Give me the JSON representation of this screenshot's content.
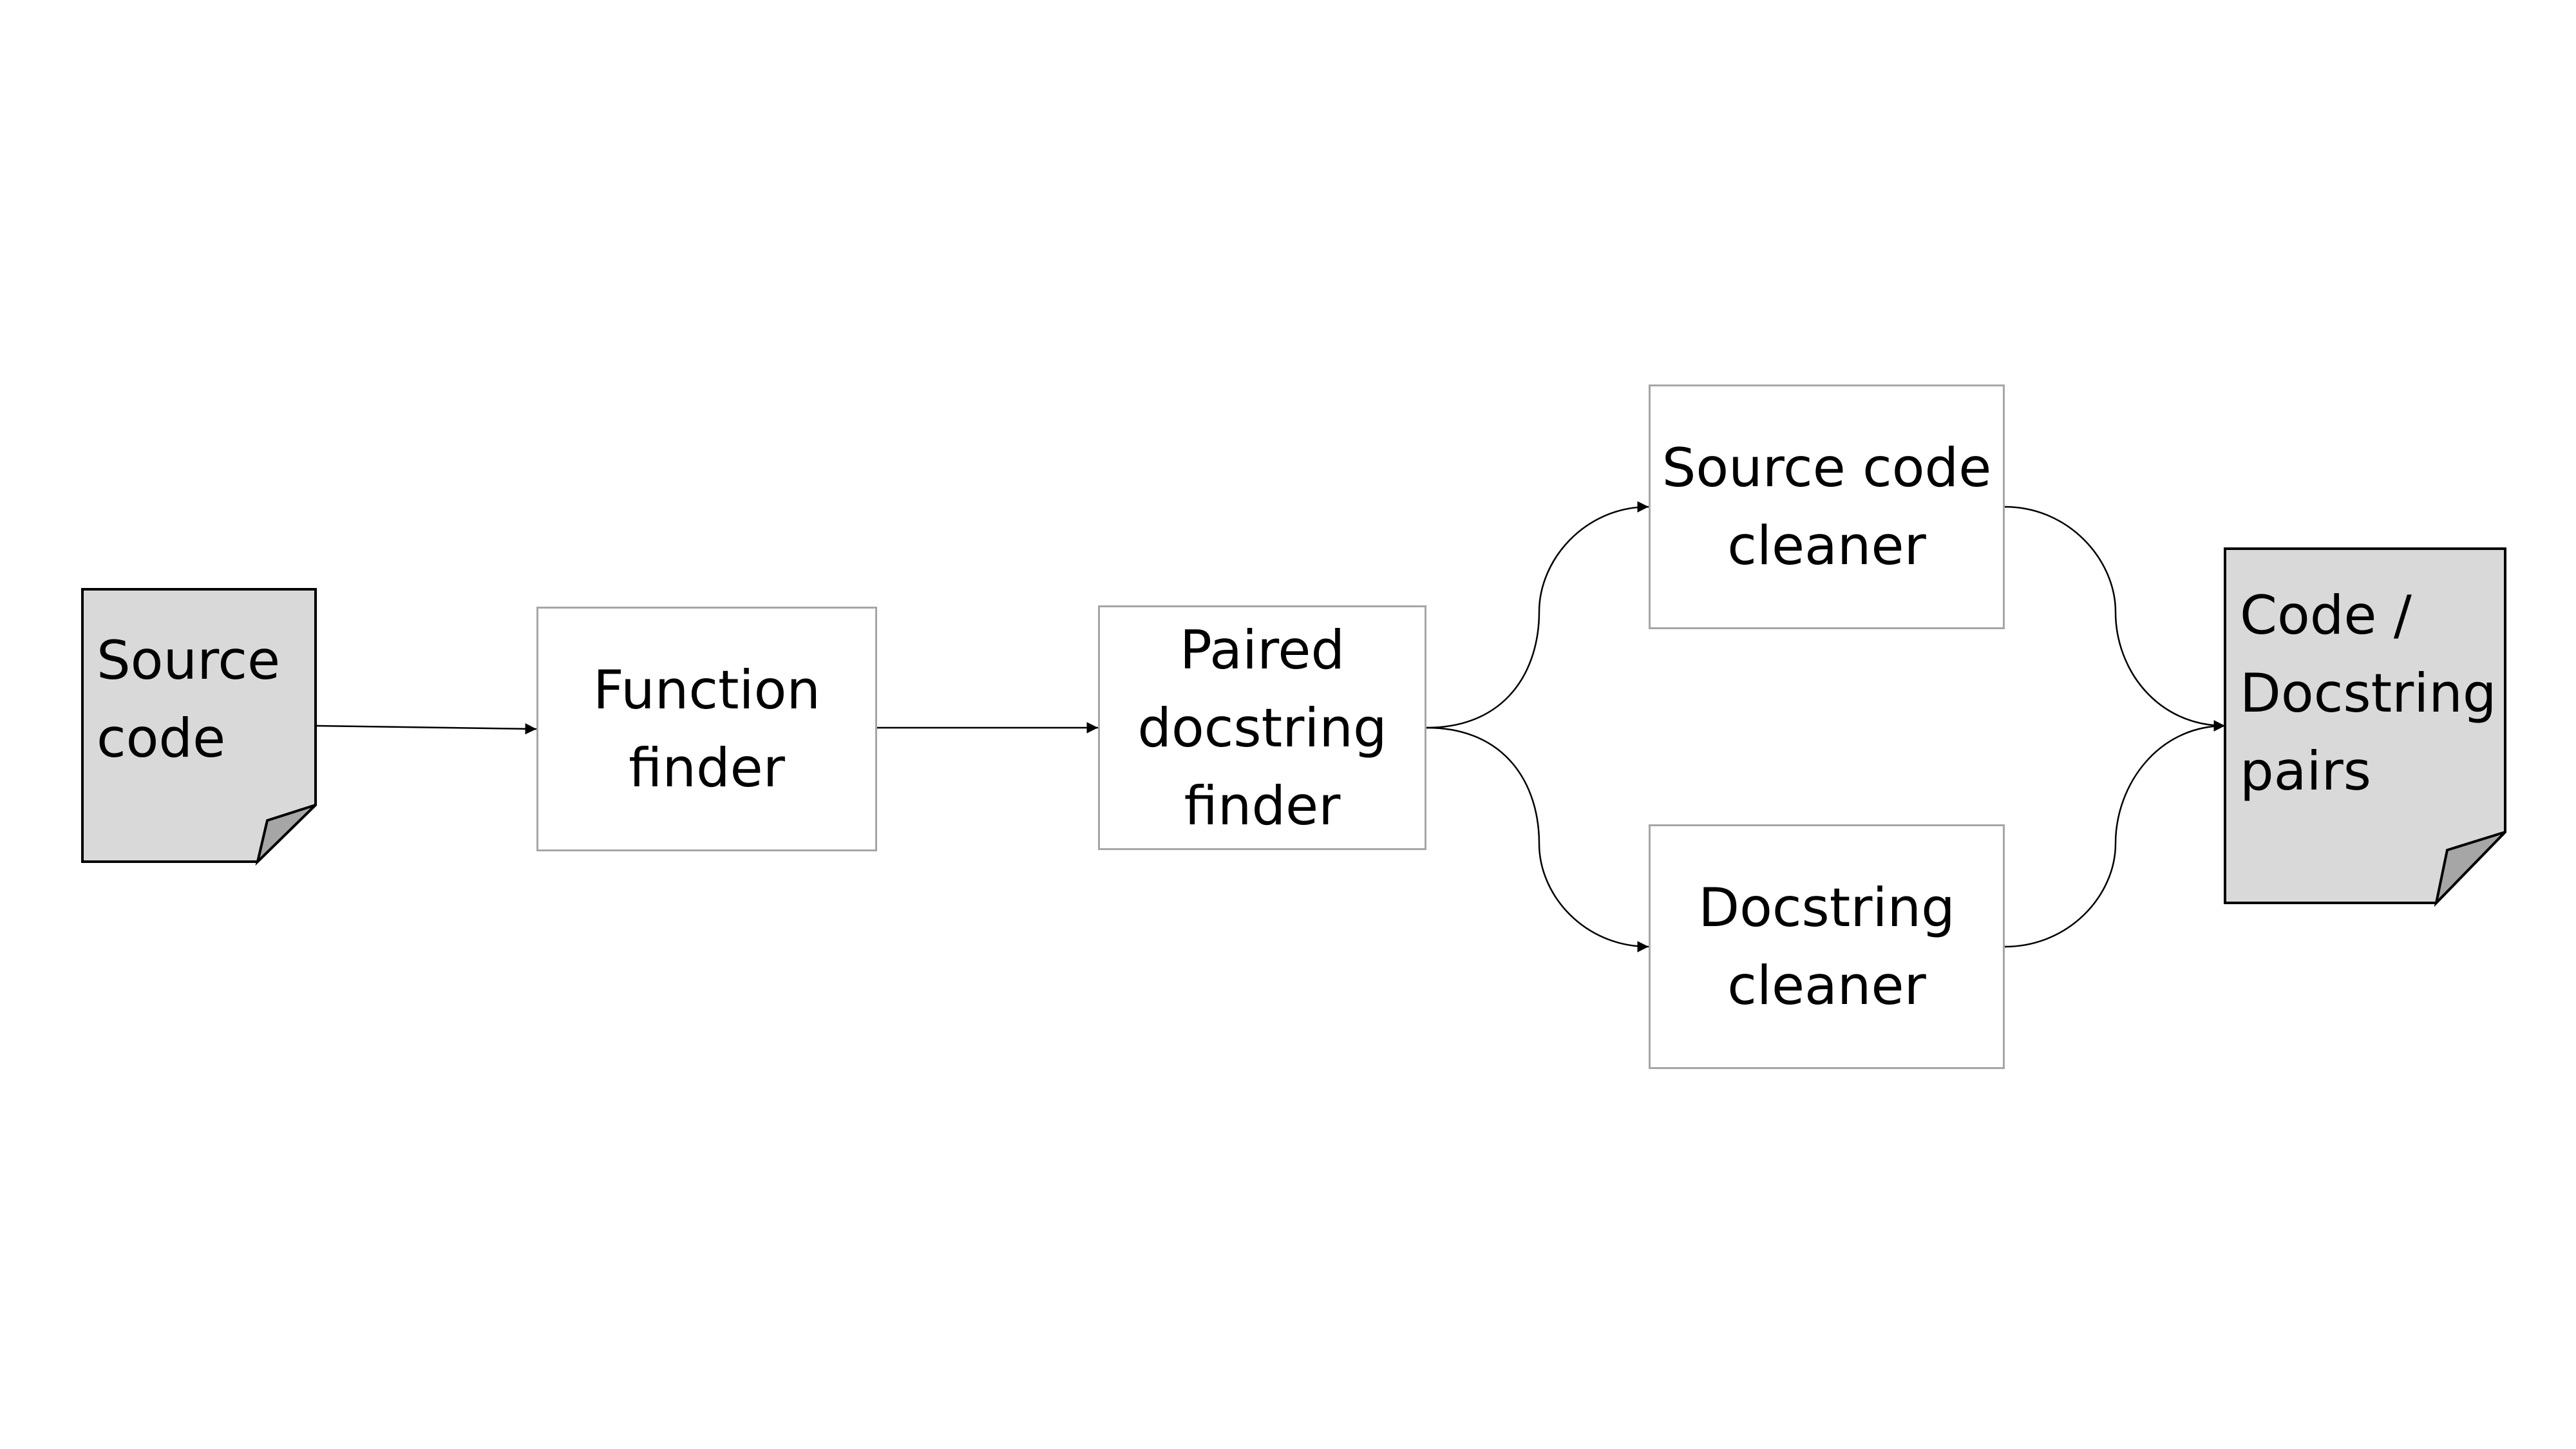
{
  "diagram": {
    "title": "",
    "nodes": {
      "source_code": {
        "lines": [
          "Source",
          "code"
        ],
        "kind": "document"
      },
      "function_finder": {
        "lines": [
          "Function",
          "finder"
        ],
        "kind": "process"
      },
      "paired_docstring_finder": {
        "lines": [
          "Paired",
          "docstring",
          "finder"
        ],
        "kind": "process"
      },
      "source_code_cleaner": {
        "lines": [
          "Source code",
          "cleaner"
        ],
        "kind": "process"
      },
      "docstring_cleaner": {
        "lines": [
          "Docstring",
          "cleaner"
        ],
        "kind": "process"
      },
      "code_docstring_pairs": {
        "lines": [
          "Code /",
          "Docstring",
          "pairs"
        ],
        "kind": "document"
      }
    },
    "edges": [
      {
        "from": "source_code",
        "to": "function_finder"
      },
      {
        "from": "function_finder",
        "to": "paired_docstring_finder"
      },
      {
        "from": "paired_docstring_finder",
        "to": "source_code_cleaner"
      },
      {
        "from": "paired_docstring_finder",
        "to": "docstring_cleaner"
      },
      {
        "from": "source_code_cleaner",
        "to": "code_docstring_pairs"
      },
      {
        "from": "docstring_cleaner",
        "to": "code_docstring_pairs"
      }
    ],
    "colors": {
      "document_fill": "#d9d9d9",
      "document_stroke": "#000000",
      "box_border": "#a6a6a6",
      "arrow": "#000000",
      "text": "#000000"
    }
  }
}
